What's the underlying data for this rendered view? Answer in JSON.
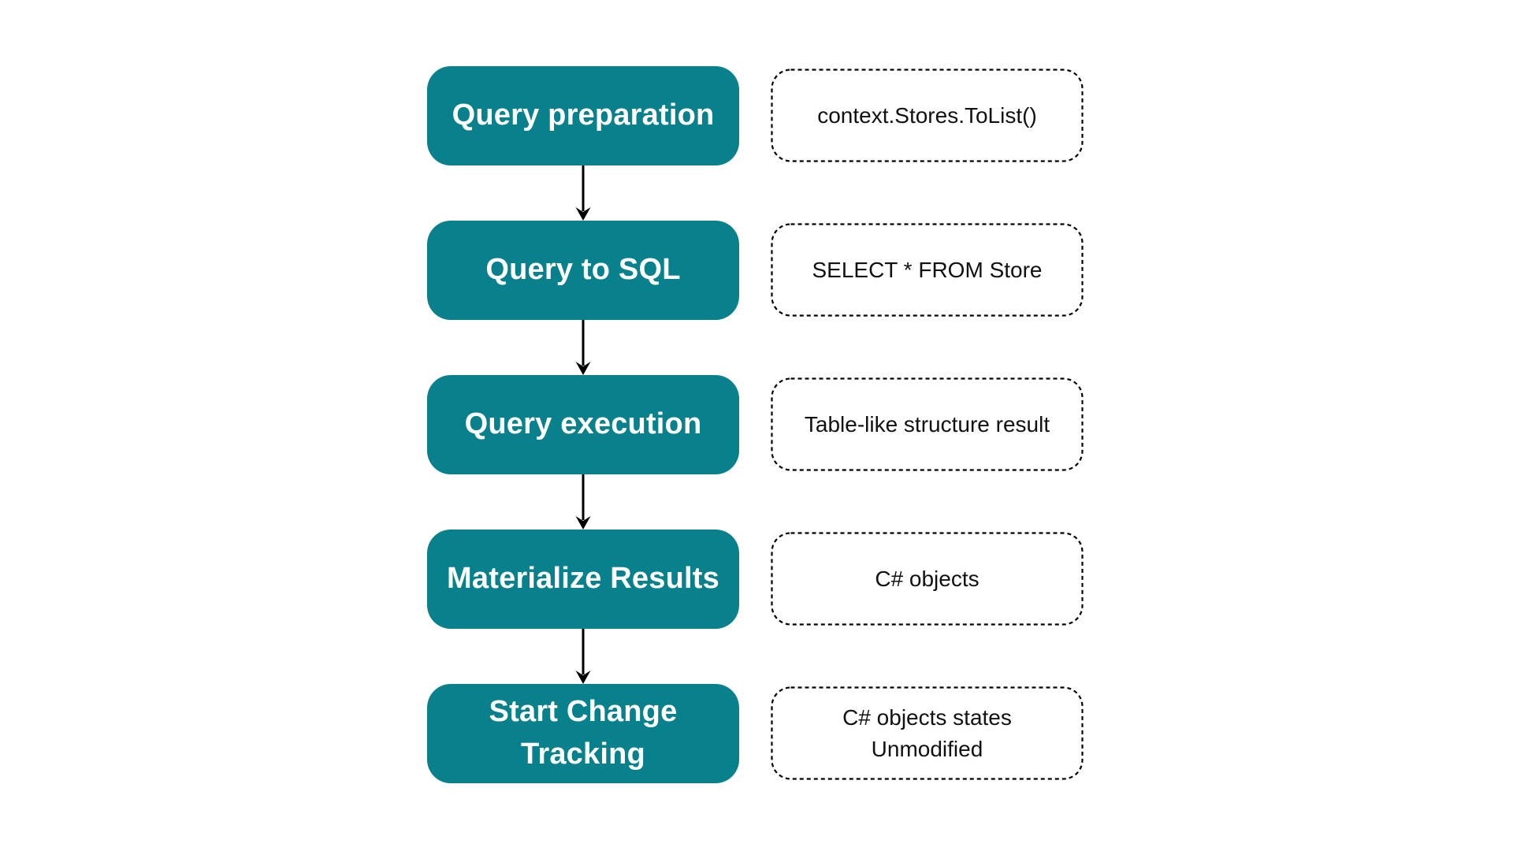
{
  "colors": {
    "step_fill": "#08818c",
    "step_text": "#ffffff",
    "detail_text": "#111111",
    "detail_border": "#000000",
    "arrow": "#000000",
    "background": "#ffffff"
  },
  "flowchart": {
    "description": "Entity Framework query pipeline flowchart",
    "steps": [
      {
        "label": "Query preparation",
        "detail": "context.Stores.ToList()"
      },
      {
        "label": "Query to SQL",
        "detail": "SELECT * FROM Store"
      },
      {
        "label": "Query execution",
        "detail": "Table-like structure result"
      },
      {
        "label": "Materialize Results",
        "detail": "C# objects"
      },
      {
        "label": "Start Change\nTracking",
        "detail": "C# objects states\nUnmodified"
      }
    ]
  }
}
